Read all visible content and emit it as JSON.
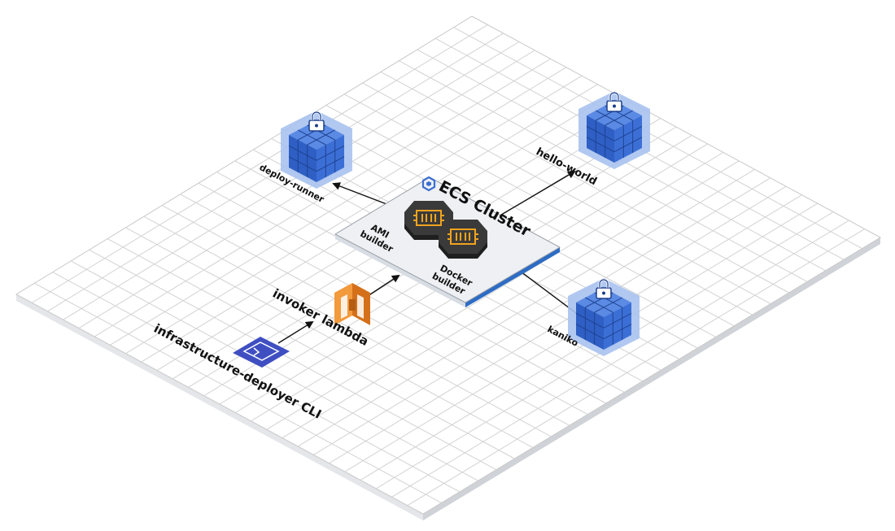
{
  "colors": {
    "grid_line": "#d2d2d2",
    "floor": "#ffffff",
    "floor_side": "#e6e6e6",
    "registry_blue": "#3c6fd6",
    "registry_glow": "#a9c2f0",
    "lambda_orange": "#e27b20",
    "cli_blue": "#3f4fc2",
    "chip_dark": "#2a2a2a",
    "chip_orange": "#f2a31d",
    "cluster_accent": "#3a6fd0"
  },
  "labels": {
    "ecs_cluster": "ECS Cluster",
    "ami_builder": [
      "AMI",
      "builder"
    ],
    "docker_builder": [
      "Docker",
      "builder"
    ],
    "deploy_runner": "deploy-runner",
    "hello_world": "hello-world",
    "kaniko": "kaniko",
    "invoker_lambda": "invoker lambda",
    "cli": "infrastructure-deployer CLI"
  },
  "icons": {
    "registry": "ecr-repository-lock-icon",
    "lambda": "aws-lambda-icon",
    "cli": "terminal-window-icon",
    "ecs": "ecs-logo-icon",
    "container_instance": "ec2-instance-chip-icon"
  }
}
